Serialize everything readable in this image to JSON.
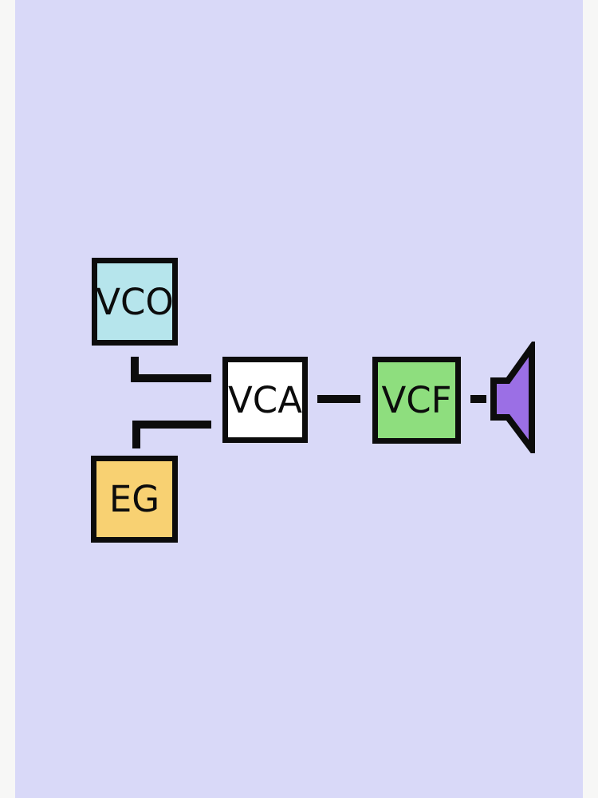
{
  "canvas": {
    "margin_color": "#f7f7f6",
    "art_background": "#d9d9f8",
    "ink_color": "#0c0c0c"
  },
  "diagram": {
    "description": "Synthesizer signal-flow block diagram",
    "nodes": [
      {
        "id": "vco",
        "label": "VCO",
        "fill": "#b6e5ec"
      },
      {
        "id": "eg",
        "label": "EG",
        "fill": "#f8d172"
      },
      {
        "id": "vca",
        "label": "VCA",
        "fill": "#ffffff"
      },
      {
        "id": "vcf",
        "label": "VCF",
        "fill": "#8ede7e"
      }
    ],
    "speaker": {
      "icon": "speaker-icon",
      "fill": "#9b6fe5"
    },
    "connections": [
      {
        "from": "VCO",
        "to": "VCA",
        "shape": "elbow-down-right"
      },
      {
        "from": "EG",
        "to": "VCA",
        "shape": "elbow-up-right"
      },
      {
        "from": "VCA",
        "to": "VCF",
        "shape": "straight"
      },
      {
        "from": "VCF",
        "to": "speaker",
        "shape": "dash"
      }
    ]
  }
}
